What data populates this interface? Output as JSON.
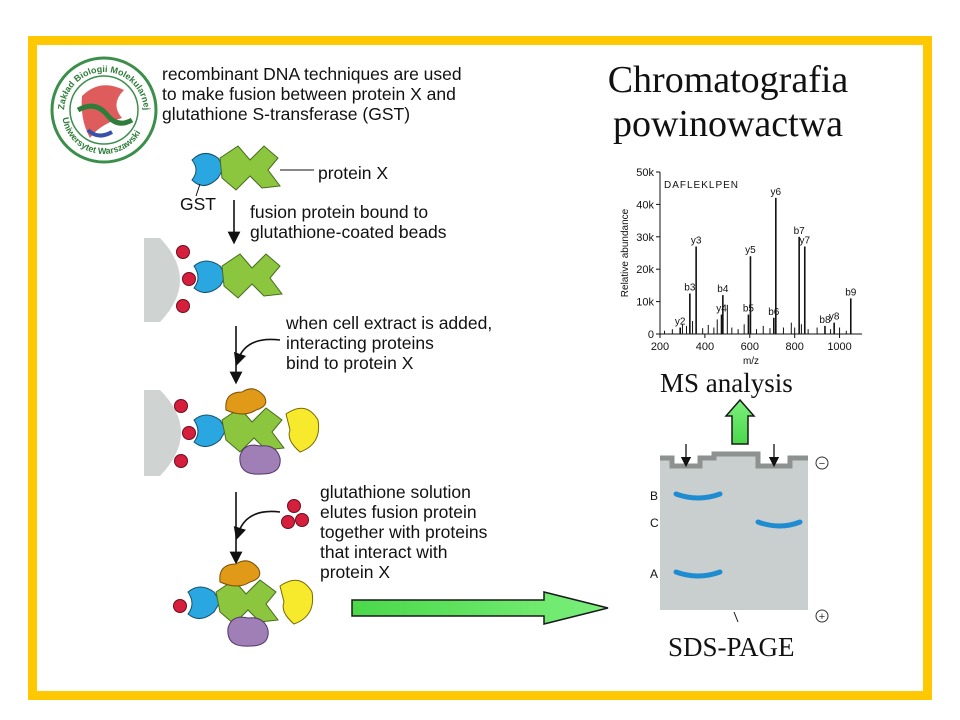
{
  "title": {
    "line1": "Chromatografia",
    "line2": "powinowactwa"
  },
  "logo": {
    "ring_top": "Zakład Biologii Molekularnej",
    "ring_bottom": "Uniwersytet Warszawski"
  },
  "steps": {
    "s1": [
      "recombinant DNA techniques are used",
      "to make fusion between protein X and",
      "glutathione S-transferase (GST)"
    ],
    "protein_x": "protein X",
    "gst": "GST",
    "s2": [
      "fusion protein bound to",
      "glutathione-coated beads"
    ],
    "s3": [
      "when cell extract is added,",
      "interacting proteins",
      "bind to protein X"
    ],
    "s4": [
      "glutathione solution",
      "elutes fusion protein",
      "together with proteins",
      "that interact with",
      "protein X"
    ]
  },
  "ms": {
    "label": "MS analysis",
    "peptide": "DAFLEKLPEN"
  },
  "gel": {
    "label": "SDS-PAGE",
    "band_labels": [
      "B",
      "C",
      "A"
    ],
    "minus": "−",
    "plus": "+"
  },
  "chart_data": {
    "type": "bar",
    "title": "DAFLEKLPEN",
    "xlabel": "m/z",
    "ylabel": "Relative abundance",
    "xlim": [
      200,
      1100
    ],
    "ylim": [
      0,
      50000
    ],
    "x_ticks": [
      200,
      400,
      600,
      800,
      1000
    ],
    "y_ticks": [
      0,
      10000,
      20000,
      30000,
      40000,
      50000
    ],
    "y_tick_labels": [
      "0",
      "10k",
      "20k",
      "30k",
      "40k",
      "50k"
    ],
    "labeled_peaks": [
      {
        "label": "y2",
        "mz": 290,
        "abundance": 2000
      },
      {
        "label": "b3",
        "mz": 333,
        "abundance": 12500
      },
      {
        "label": "y3",
        "mz": 361,
        "abundance": 27000
      },
      {
        "label": "y4",
        "mz": 474,
        "abundance": 6000
      },
      {
        "label": "b4",
        "mz": 480,
        "abundance": 12000
      },
      {
        "label": "b5",
        "mz": 594,
        "abundance": 6000
      },
      {
        "label": "y5",
        "mz": 603,
        "abundance": 24000
      },
      {
        "label": "b6",
        "mz": 707,
        "abundance": 5000
      },
      {
        "label": "y6",
        "mz": 716,
        "abundance": 42000
      },
      {
        "label": "b7",
        "mz": 820,
        "abundance": 30000
      },
      {
        "label": "y7",
        "mz": 845,
        "abundance": 27000
      },
      {
        "label": "b8",
        "mz": 935,
        "abundance": 2500
      },
      {
        "label": "y8",
        "mz": 976,
        "abundance": 3500
      },
      {
        "label": "b9",
        "mz": 1050,
        "abundance": 11000
      }
    ],
    "minor_peaks": [
      {
        "mz": 220,
        "abundance": 1000
      },
      {
        "mz": 255,
        "abundance": 1500
      },
      {
        "mz": 300,
        "abundance": 3000
      },
      {
        "mz": 318,
        "abundance": 2500
      },
      {
        "mz": 345,
        "abundance": 4000
      },
      {
        "mz": 390,
        "abundance": 1800
      },
      {
        "mz": 415,
        "abundance": 2800
      },
      {
        "mz": 440,
        "abundance": 2000
      },
      {
        "mz": 455,
        "abundance": 4500
      },
      {
        "mz": 500,
        "abundance": 9000
      },
      {
        "mz": 520,
        "abundance": 2000
      },
      {
        "mz": 548,
        "abundance": 1500
      },
      {
        "mz": 575,
        "abundance": 3000
      },
      {
        "mz": 630,
        "abundance": 1500
      },
      {
        "mz": 660,
        "abundance": 2500
      },
      {
        "mz": 690,
        "abundance": 1800
      },
      {
        "mz": 750,
        "abundance": 2000
      },
      {
        "mz": 785,
        "abundance": 3500
      },
      {
        "mz": 800,
        "abundance": 2000
      },
      {
        "mz": 830,
        "abundance": 3000
      },
      {
        "mz": 860,
        "abundance": 1500
      },
      {
        "mz": 900,
        "abundance": 2000
      },
      {
        "mz": 960,
        "abundance": 1500
      },
      {
        "mz": 1000,
        "abundance": 2000
      },
      {
        "mz": 1030,
        "abundance": 1000
      }
    ]
  }
}
